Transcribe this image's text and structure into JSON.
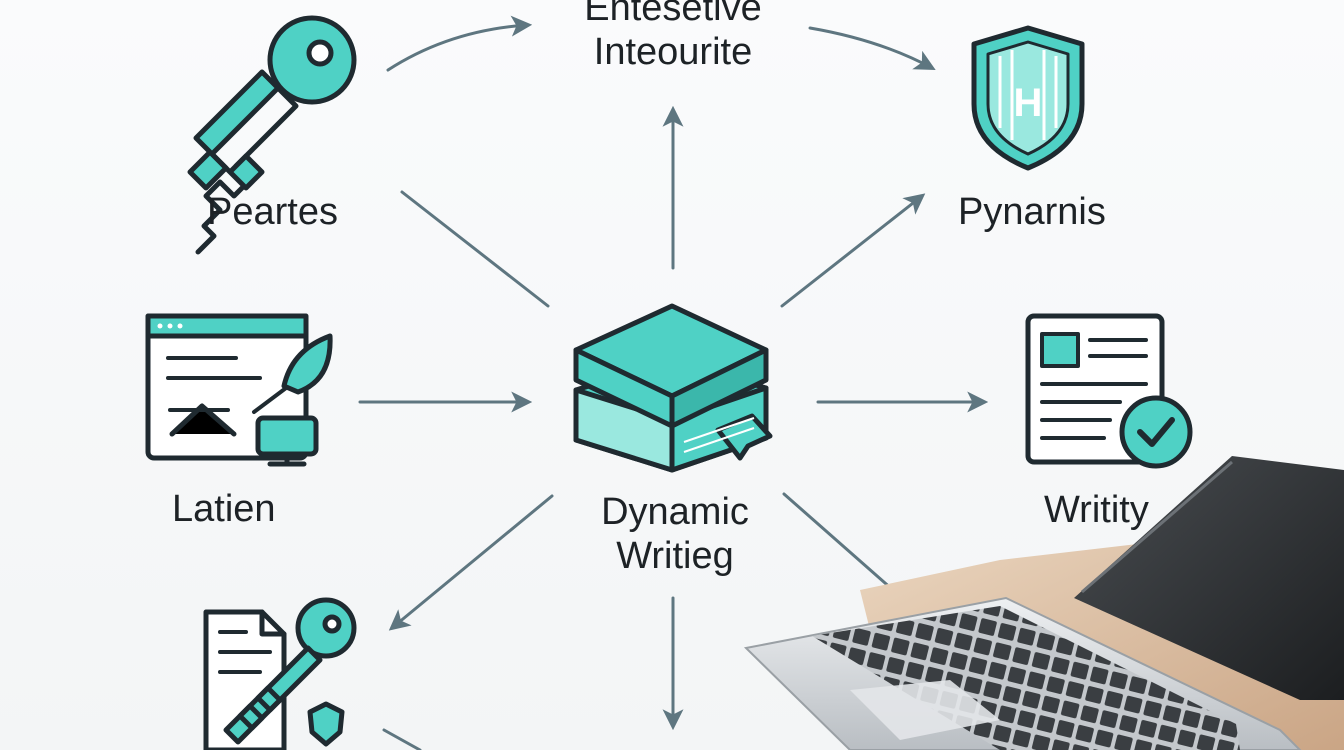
{
  "nodes": {
    "top": {
      "lines": [
        "Entesetive",
        "Inteourite"
      ]
    },
    "top_left": {
      "label": "Peartes"
    },
    "top_right": {
      "label": "Pynarnis"
    },
    "left": {
      "label": "Latien"
    },
    "center": {
      "lines": [
        "Dynamic",
        "Writieg"
      ]
    },
    "right": {
      "label": "Writity"
    }
  },
  "colors": {
    "accent": "#4fd1c5",
    "accent_light": "#9ae8df",
    "outline": "#1f2a30",
    "arrow": "#5e7680",
    "text": "#1d2226"
  },
  "icons": {
    "top_left": "key-icon",
    "top_right": "shield-icon",
    "left": "browser-editor-icon",
    "center": "book-stack-icon",
    "right": "document-check-icon",
    "bottom_left": "document-key-icon",
    "bottom_right": "laptop-photo"
  }
}
